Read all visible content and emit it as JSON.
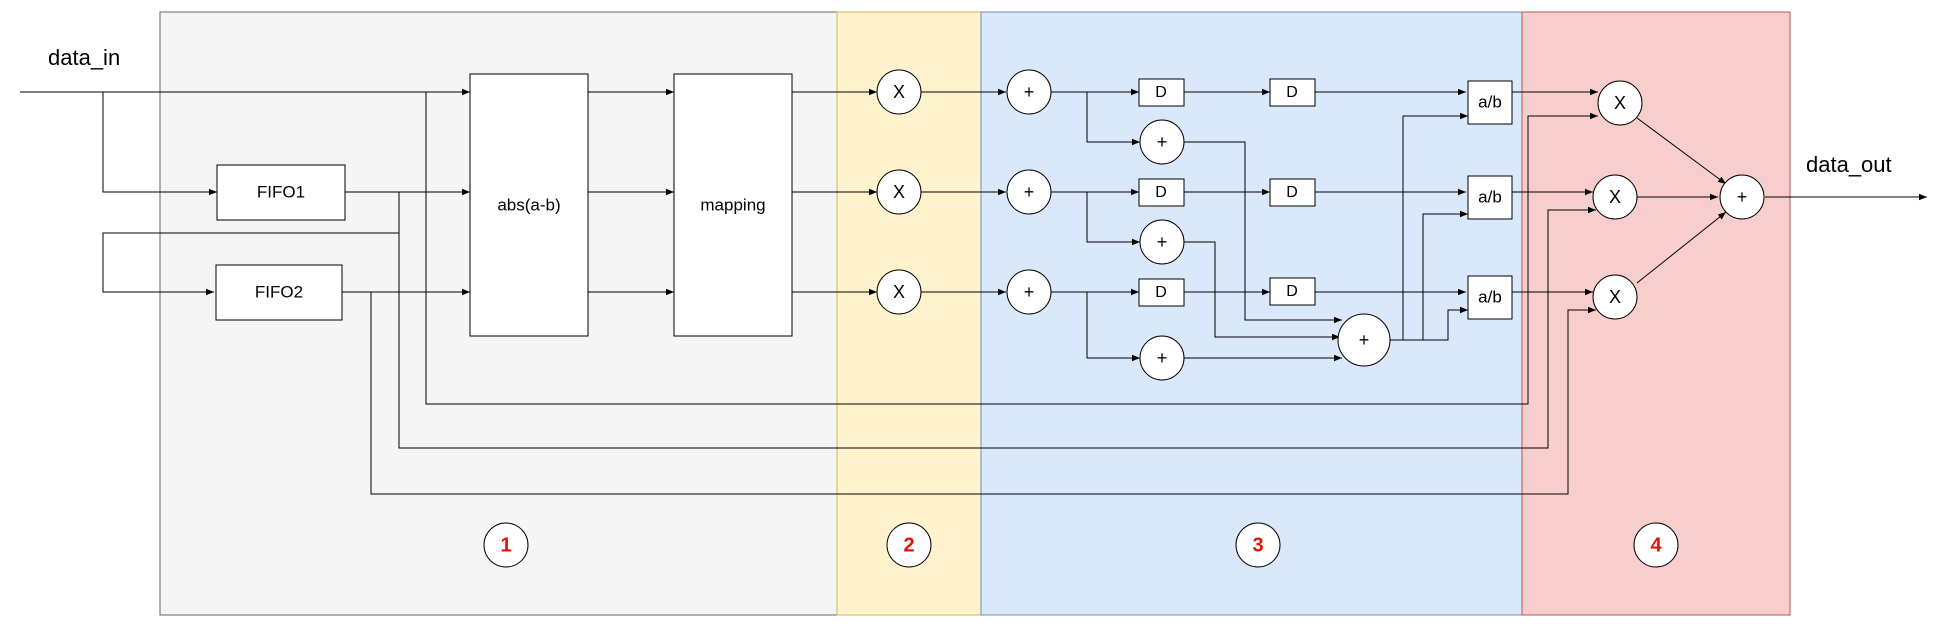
{
  "diagram": {
    "input_label": "data_in",
    "output_label": "data_out",
    "blocks": {
      "fifo1": "FIFO1",
      "fifo2": "FIFO2",
      "abs": "abs(a-b)",
      "mapping": "mapping"
    },
    "ops": {
      "multiply": "X",
      "add": "+",
      "delay": "D",
      "divide": "a/b"
    },
    "stages": [
      {
        "number": "1",
        "fill": "#f5f5f5",
        "border": "#666666"
      },
      {
        "number": "2",
        "fill": "#fff2cc",
        "border": "#d6b656"
      },
      {
        "number": "3",
        "fill": "#dae8fc",
        "border": "#6c8ebf"
      },
      {
        "number": "4",
        "fill": "#f8cecc",
        "border": "#b85450"
      }
    ],
    "stage_number_color": "#e51400"
  }
}
